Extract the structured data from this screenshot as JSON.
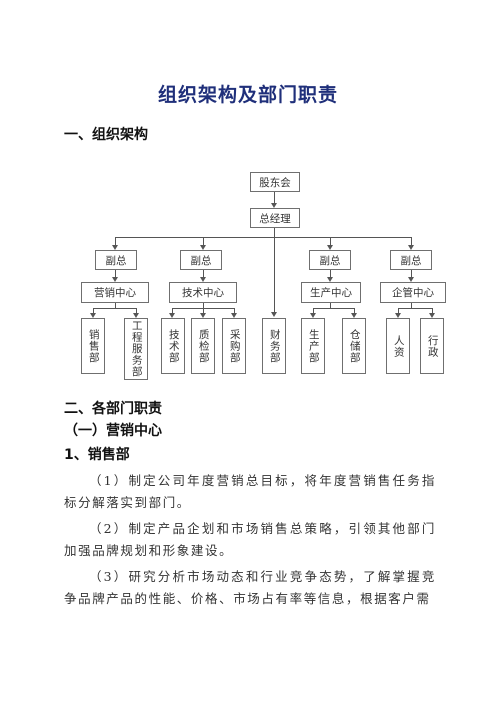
{
  "title": "组织架构及部门职责",
  "section1": {
    "heading": "一、组织架构"
  },
  "org": {
    "board": "股东会",
    "gm": "总经理",
    "vps": [
      "副总",
      "副总",
      "副总",
      "副总"
    ],
    "centers": [
      "营销中心",
      "技术中心",
      "生产中心",
      "企管中心"
    ],
    "departments": [
      "销售部",
      "工程服务部",
      "技术部",
      "质检部",
      "采购部",
      "财务部",
      "生产部",
      "仓储部",
      "人资",
      "行政"
    ]
  },
  "section2": {
    "heading": "二、各部门职责",
    "sub1": "（一）营销中心",
    "item1": "1、销售部",
    "paragraphs": [
      "（1）制定公司年度营销总目标，将年度营销售任务指标分解落实到部门。",
      "（2）制定产品企划和市场销售总策略，引领其他部门加强品牌规划和形象建设。",
      "（3）研究分析市场动态和行业竞争态势，了解掌握竞争品牌产品的性能、价格、市场占有率等信息，根据客户需"
    ]
  }
}
